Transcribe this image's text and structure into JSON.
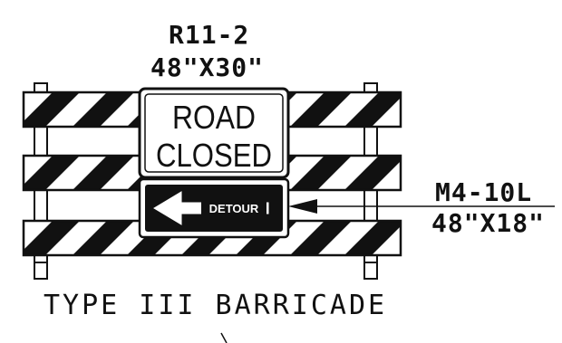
{
  "top_sign": {
    "code": "R11-2",
    "size": "48\"X30\"",
    "line1": "ROAD",
    "line2": "CLOSED"
  },
  "side_sign": {
    "code": "M4-10L",
    "size": "48\"X18\"",
    "plate_text": "DETOUR",
    "arrow_direction": "left"
  },
  "caption": "TYPE III BARRICADE",
  "colors": {
    "ink": "#111111",
    "background": "#ffffff"
  }
}
